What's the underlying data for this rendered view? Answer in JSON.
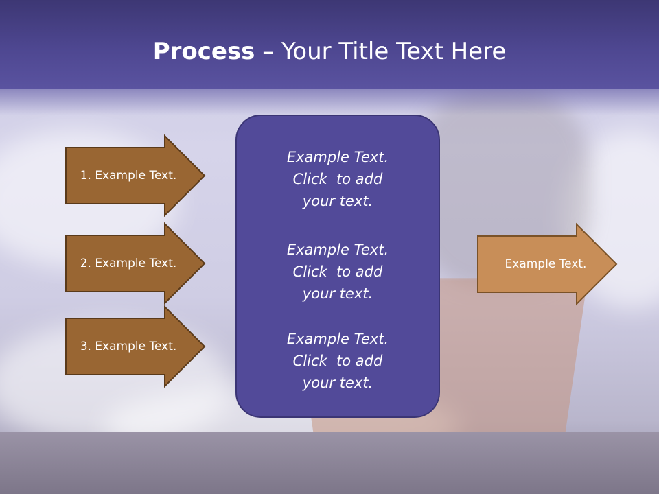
{
  "title": {
    "bold": "Process",
    "rest": " – Your Title Text Here"
  },
  "inputs": [
    {
      "label": "1. Example Text."
    },
    {
      "label": "2. Example Text."
    },
    {
      "label": "3. Example Text."
    }
  ],
  "center_box": {
    "items": [
      {
        "line1": "Example Text.",
        "line2": "Click  to add",
        "line3": "your text."
      },
      {
        "line1": "Example Text.",
        "line2": "Click  to add",
        "line3": "your text."
      },
      {
        "line1": "Example Text.",
        "line2": "Click  to add",
        "line3": "your text."
      }
    ]
  },
  "output": {
    "label": "Example Text."
  },
  "colors": {
    "title_bar": "#4e4791",
    "input_arrow_fill": "#996633",
    "input_arrow_stroke": "#5a3a1a",
    "center_box_fill": "#524a99",
    "center_box_stroke": "#3b3575",
    "output_arrow_fill": "#c88e58",
    "output_arrow_stroke": "#7a5228"
  }
}
